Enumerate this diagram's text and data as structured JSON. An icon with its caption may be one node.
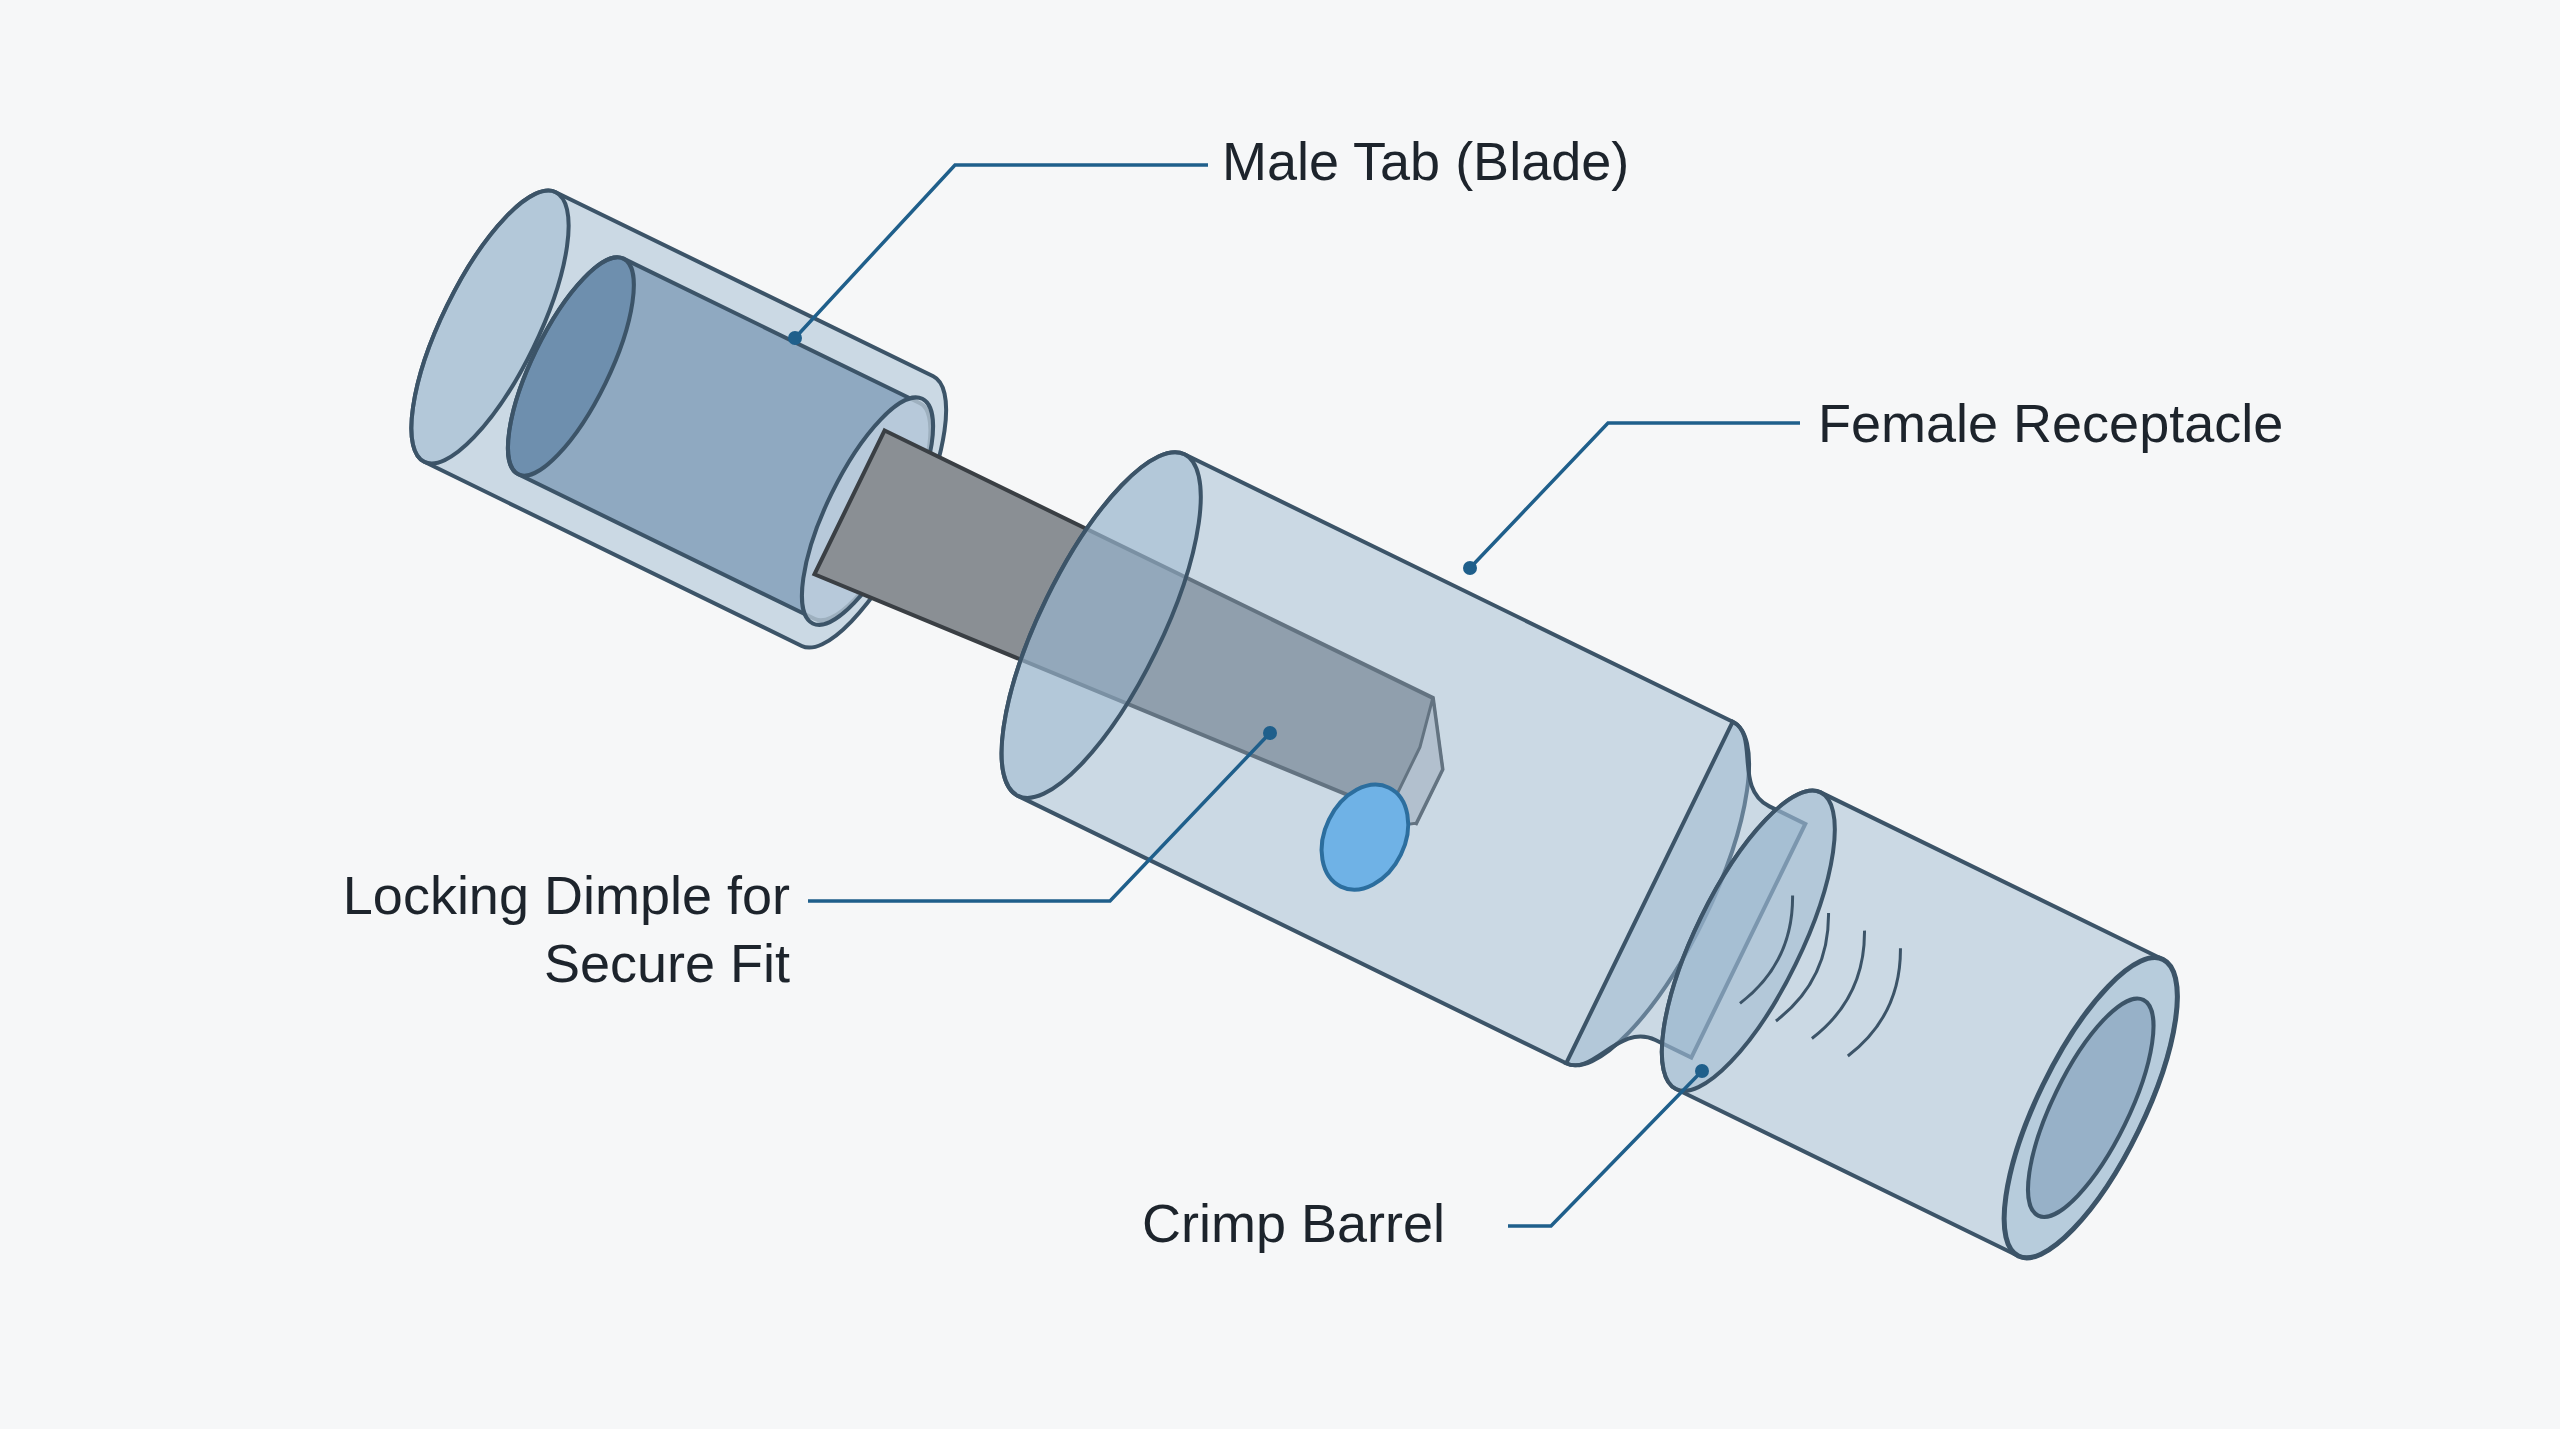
{
  "diagram": {
    "nodes": [
      {
        "text": [
          "Male Tab (Blade)"
        ]
      },
      {
        "text": [
          "Female Receptacle"
        ]
      },
      {
        "text": [
          "Locking Dimple for Secure Fit"
        ]
      },
      {
        "text": [
          "Crimp Barrel"
        ]
      }
    ],
    "edges": [
      {
        "from": 0,
        "to": null,
        "arrow": "other"
      },
      {
        "from": 1,
        "to": null,
        "arrow": "other"
      },
      {
        "from": 2,
        "to": null,
        "arrow": "other"
      },
      {
        "from": 3,
        "to": null,
        "arrow": "other"
      }
    ]
  }
}
